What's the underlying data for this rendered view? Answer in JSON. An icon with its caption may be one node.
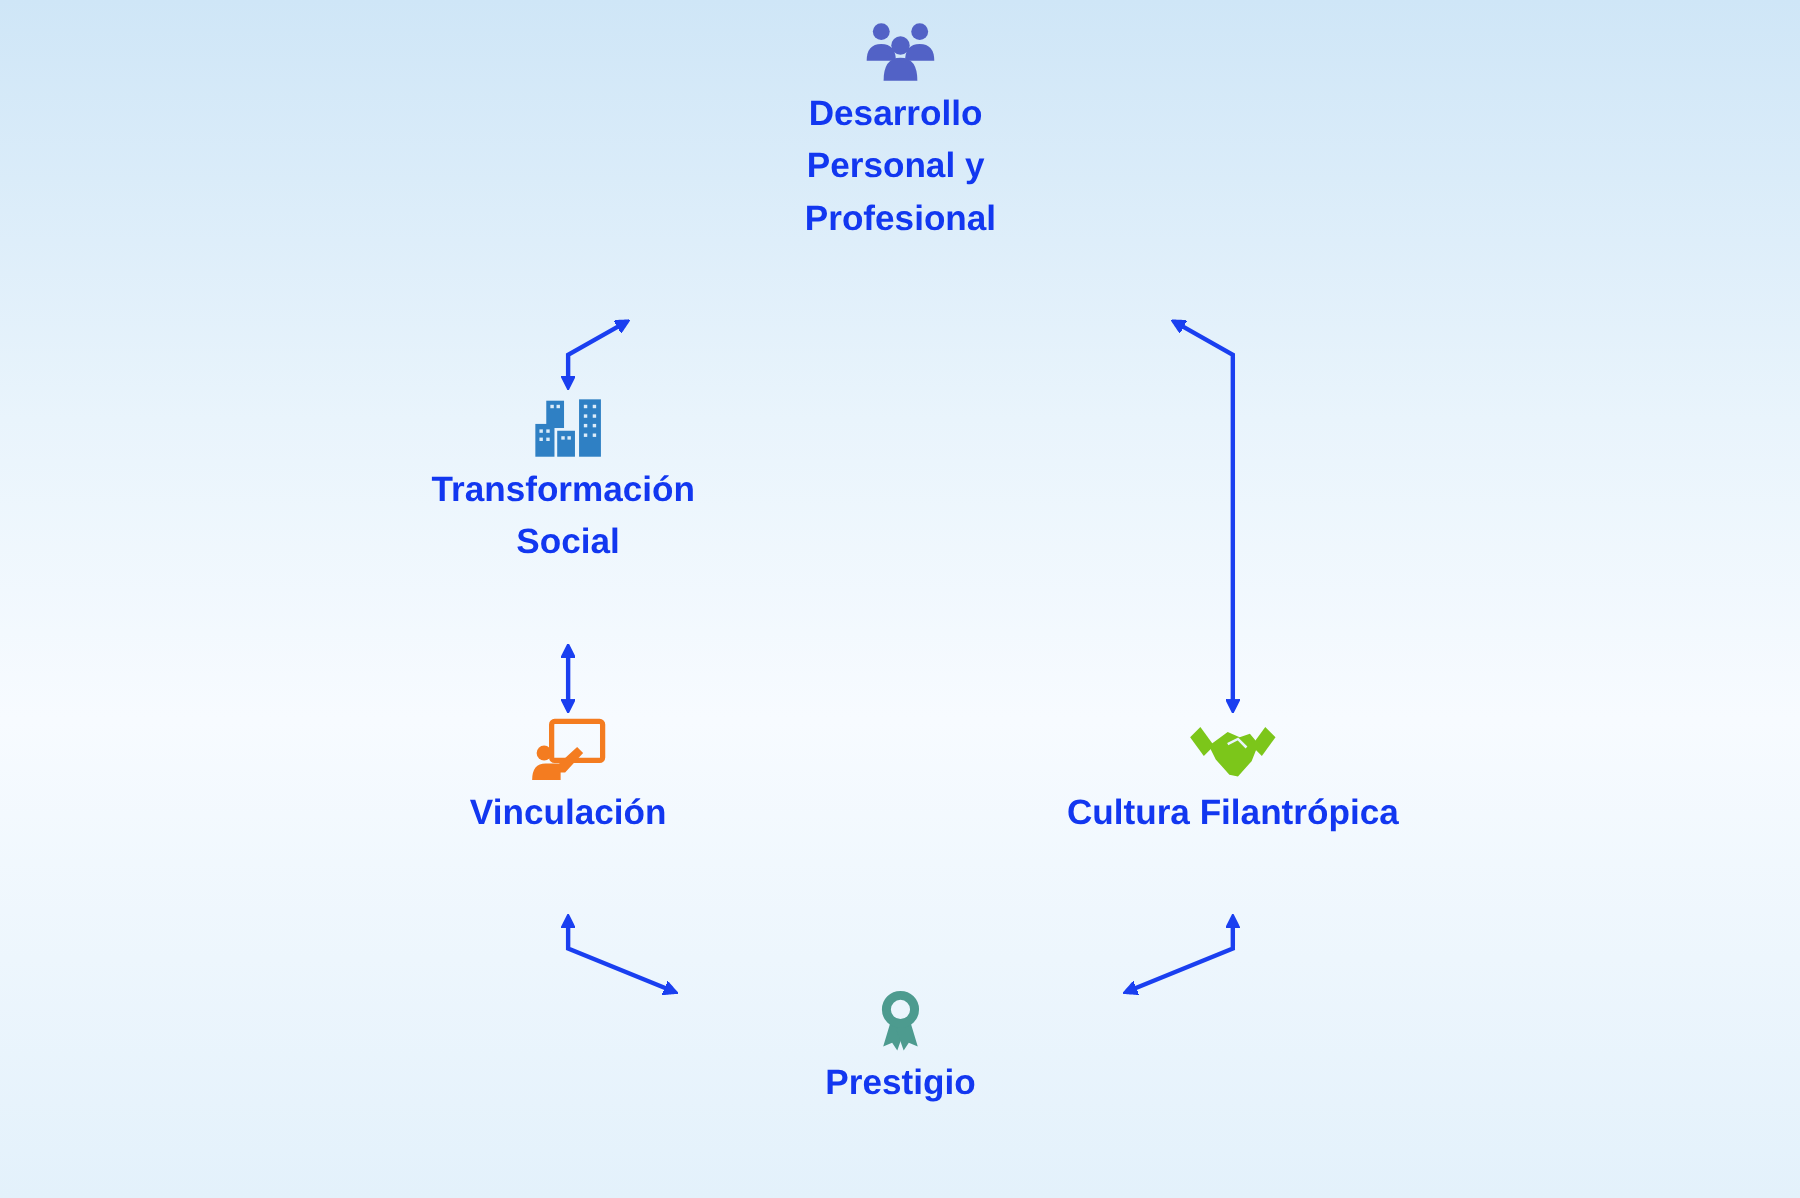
{
  "diagram": {
    "nodes": [
      {
        "text": [
          "Desarrollo Personal y Profesional"
        ]
      },
      {
        "text": [
          "Transformación Social"
        ]
      },
      {
        "text": [
          "Cultura Filantrópica"
        ]
      },
      {
        "text": [
          "Vinculación"
        ]
      },
      {
        "text": [
          "Prestigio"
        ]
      }
    ],
    "edges": [
      {
        "from": 0,
        "to": 1,
        "arrow": "both"
      },
      {
        "from": 0,
        "to": 2,
        "arrow": "both"
      },
      {
        "from": 1,
        "to": 3,
        "arrow": "both"
      },
      {
        "from": 2,
        "to": 4,
        "arrow": "both"
      },
      {
        "from": 3,
        "to": 4,
        "arrow": "both"
      }
    ]
  }
}
